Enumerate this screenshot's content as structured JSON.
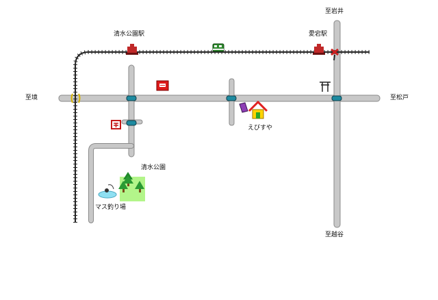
{
  "labels": {
    "shimizu_station": "清水公園駅",
    "atago_station": "愛宕駅",
    "to_iwai": "至岩井",
    "to_sakai": "至境",
    "to_matsudo": "至松戸",
    "to_koshigaya": "至越谷",
    "ebisuya": "えびすや",
    "shimizu_park": "清水公園",
    "trout_pond": "マス釣り場"
  },
  "colors": {
    "road": "#c8c8c8",
    "road_edge": "#8a8a8a",
    "rail": "#222222",
    "park": "#b3f58a",
    "pond": "#8fe0f2",
    "signal": "#1e8aa0",
    "shop_roof": "#e02020",
    "shop_wall": "#ffd400",
    "station": "#c02828"
  },
  "icons": [
    "station-icon",
    "train-icon",
    "torii-icon",
    "bus-stop-icon",
    "post-office-icon",
    "shop-icon",
    "book-icon",
    "tree-icon",
    "fishing-icon",
    "traffic-signal-icon"
  ]
}
